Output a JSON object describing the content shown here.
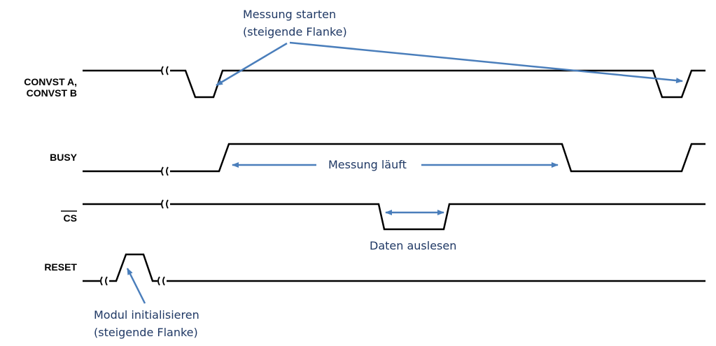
{
  "signals": {
    "convst": {
      "label_line1": "CONVST A,",
      "label_line2": "CONVST B"
    },
    "busy": {
      "label": "BUSY"
    },
    "cs": {
      "label": "CS"
    },
    "reset": {
      "label": "RESET"
    }
  },
  "annotations": {
    "start": {
      "line1": "Messung starten",
      "line2": "(steigende Flanke)"
    },
    "running": {
      "text": "Messung läuft"
    },
    "read": {
      "text": "Daten auslesen"
    },
    "init": {
      "line1": "Modul initialisieren",
      "line2": "(steigende Flanke)"
    }
  },
  "colors": {
    "signal": "#000000",
    "annotation_arrow": "#4a7ebb",
    "annotation_text": "#1f3864"
  }
}
